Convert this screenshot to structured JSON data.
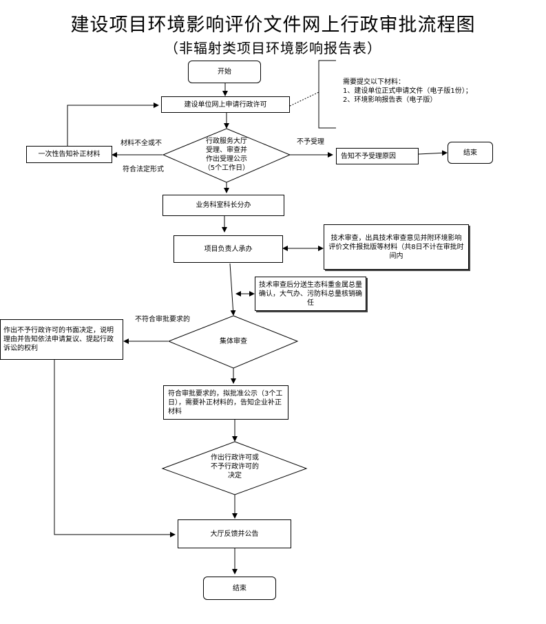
{
  "title": "建设项目环境影响评价文件网上行政审批流程图",
  "subtitle": "（非辐射类项目环境影响报告表）",
  "nodes": {
    "start": "开始",
    "apply": "建设单位网上申请行政许可",
    "materials_note": "需要提交以下材料：\n1、建设单位正式申请文件（电子版1份）；\n2、环境影响报告表（电子版）",
    "acceptance_decision": "行政服务大厅\n受理、审查并\n作出受理公示\n（5个工作日）",
    "notify_once": "一次性告知补正材料",
    "reject_notice": "告知不予受理原因",
    "end_top": "结束",
    "section_assign": "业务科室科长分办",
    "project_handler": "项目负责人承办",
    "tech_review": "技术审查，出具技术审查意见并附环境影响评价文件报批版等材料（共8日不计在审批时间内",
    "tech_after": "技术审查后分送生态科重金属总量确认，大气办、污防科总量核销确任",
    "collective_review": "集体审查",
    "refusal_written": "作出不予行政许可的书面决定，说明理由并告知依法申请复议、提起行政诉讼的权利",
    "pre_approval": "符合审批要求的，拟批准公示（3个工日），需要补正材料的，告知企业补正材料",
    "final_decision": "作出行政许可或\n不予行政许可的\n决定",
    "hall_feedback": "大厅反馈并公告",
    "end_bottom": "结束"
  },
  "labels": {
    "incomplete": "材料不全或不",
    "conforms_form": "符合法定形式",
    "not_accepted": "不予受理",
    "not_conform_review": "不符合审批要求的"
  }
}
